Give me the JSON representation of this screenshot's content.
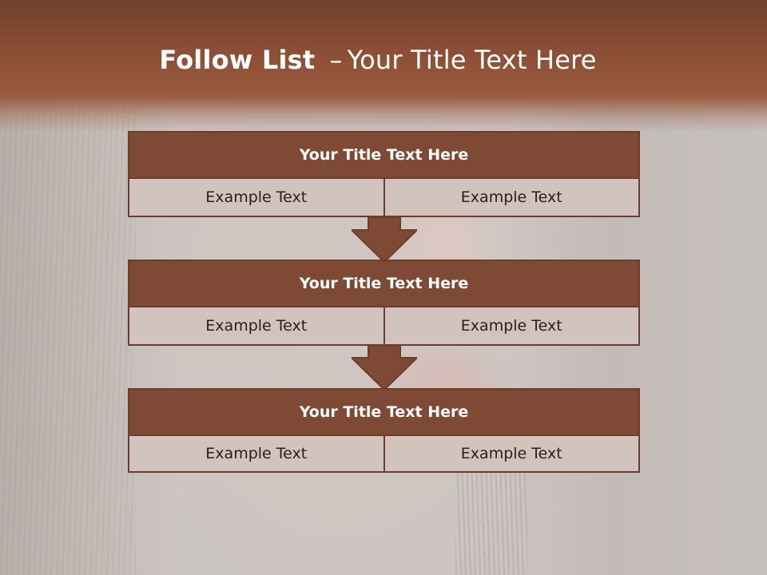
{
  "slide": {
    "title_bold": "Follow List",
    "title_dash": "–",
    "title_rest": "Your Title Text Here"
  },
  "steps": [
    {
      "title": "Your Title Text Here",
      "left": "Example Text",
      "right": "Example Text"
    },
    {
      "title": "Your Title Text Here",
      "left": "Example Text",
      "right": "Example Text"
    },
    {
      "title": "Your Title Text Here",
      "left": "Example Text",
      "right": "Example Text"
    }
  ],
  "colors": {
    "header": "#8a4d35",
    "box_title": "#7e4a35",
    "box_body": "#d1c4bf",
    "border": "#6e3c27"
  },
  "icons": [
    "arrow-down-icon"
  ]
}
